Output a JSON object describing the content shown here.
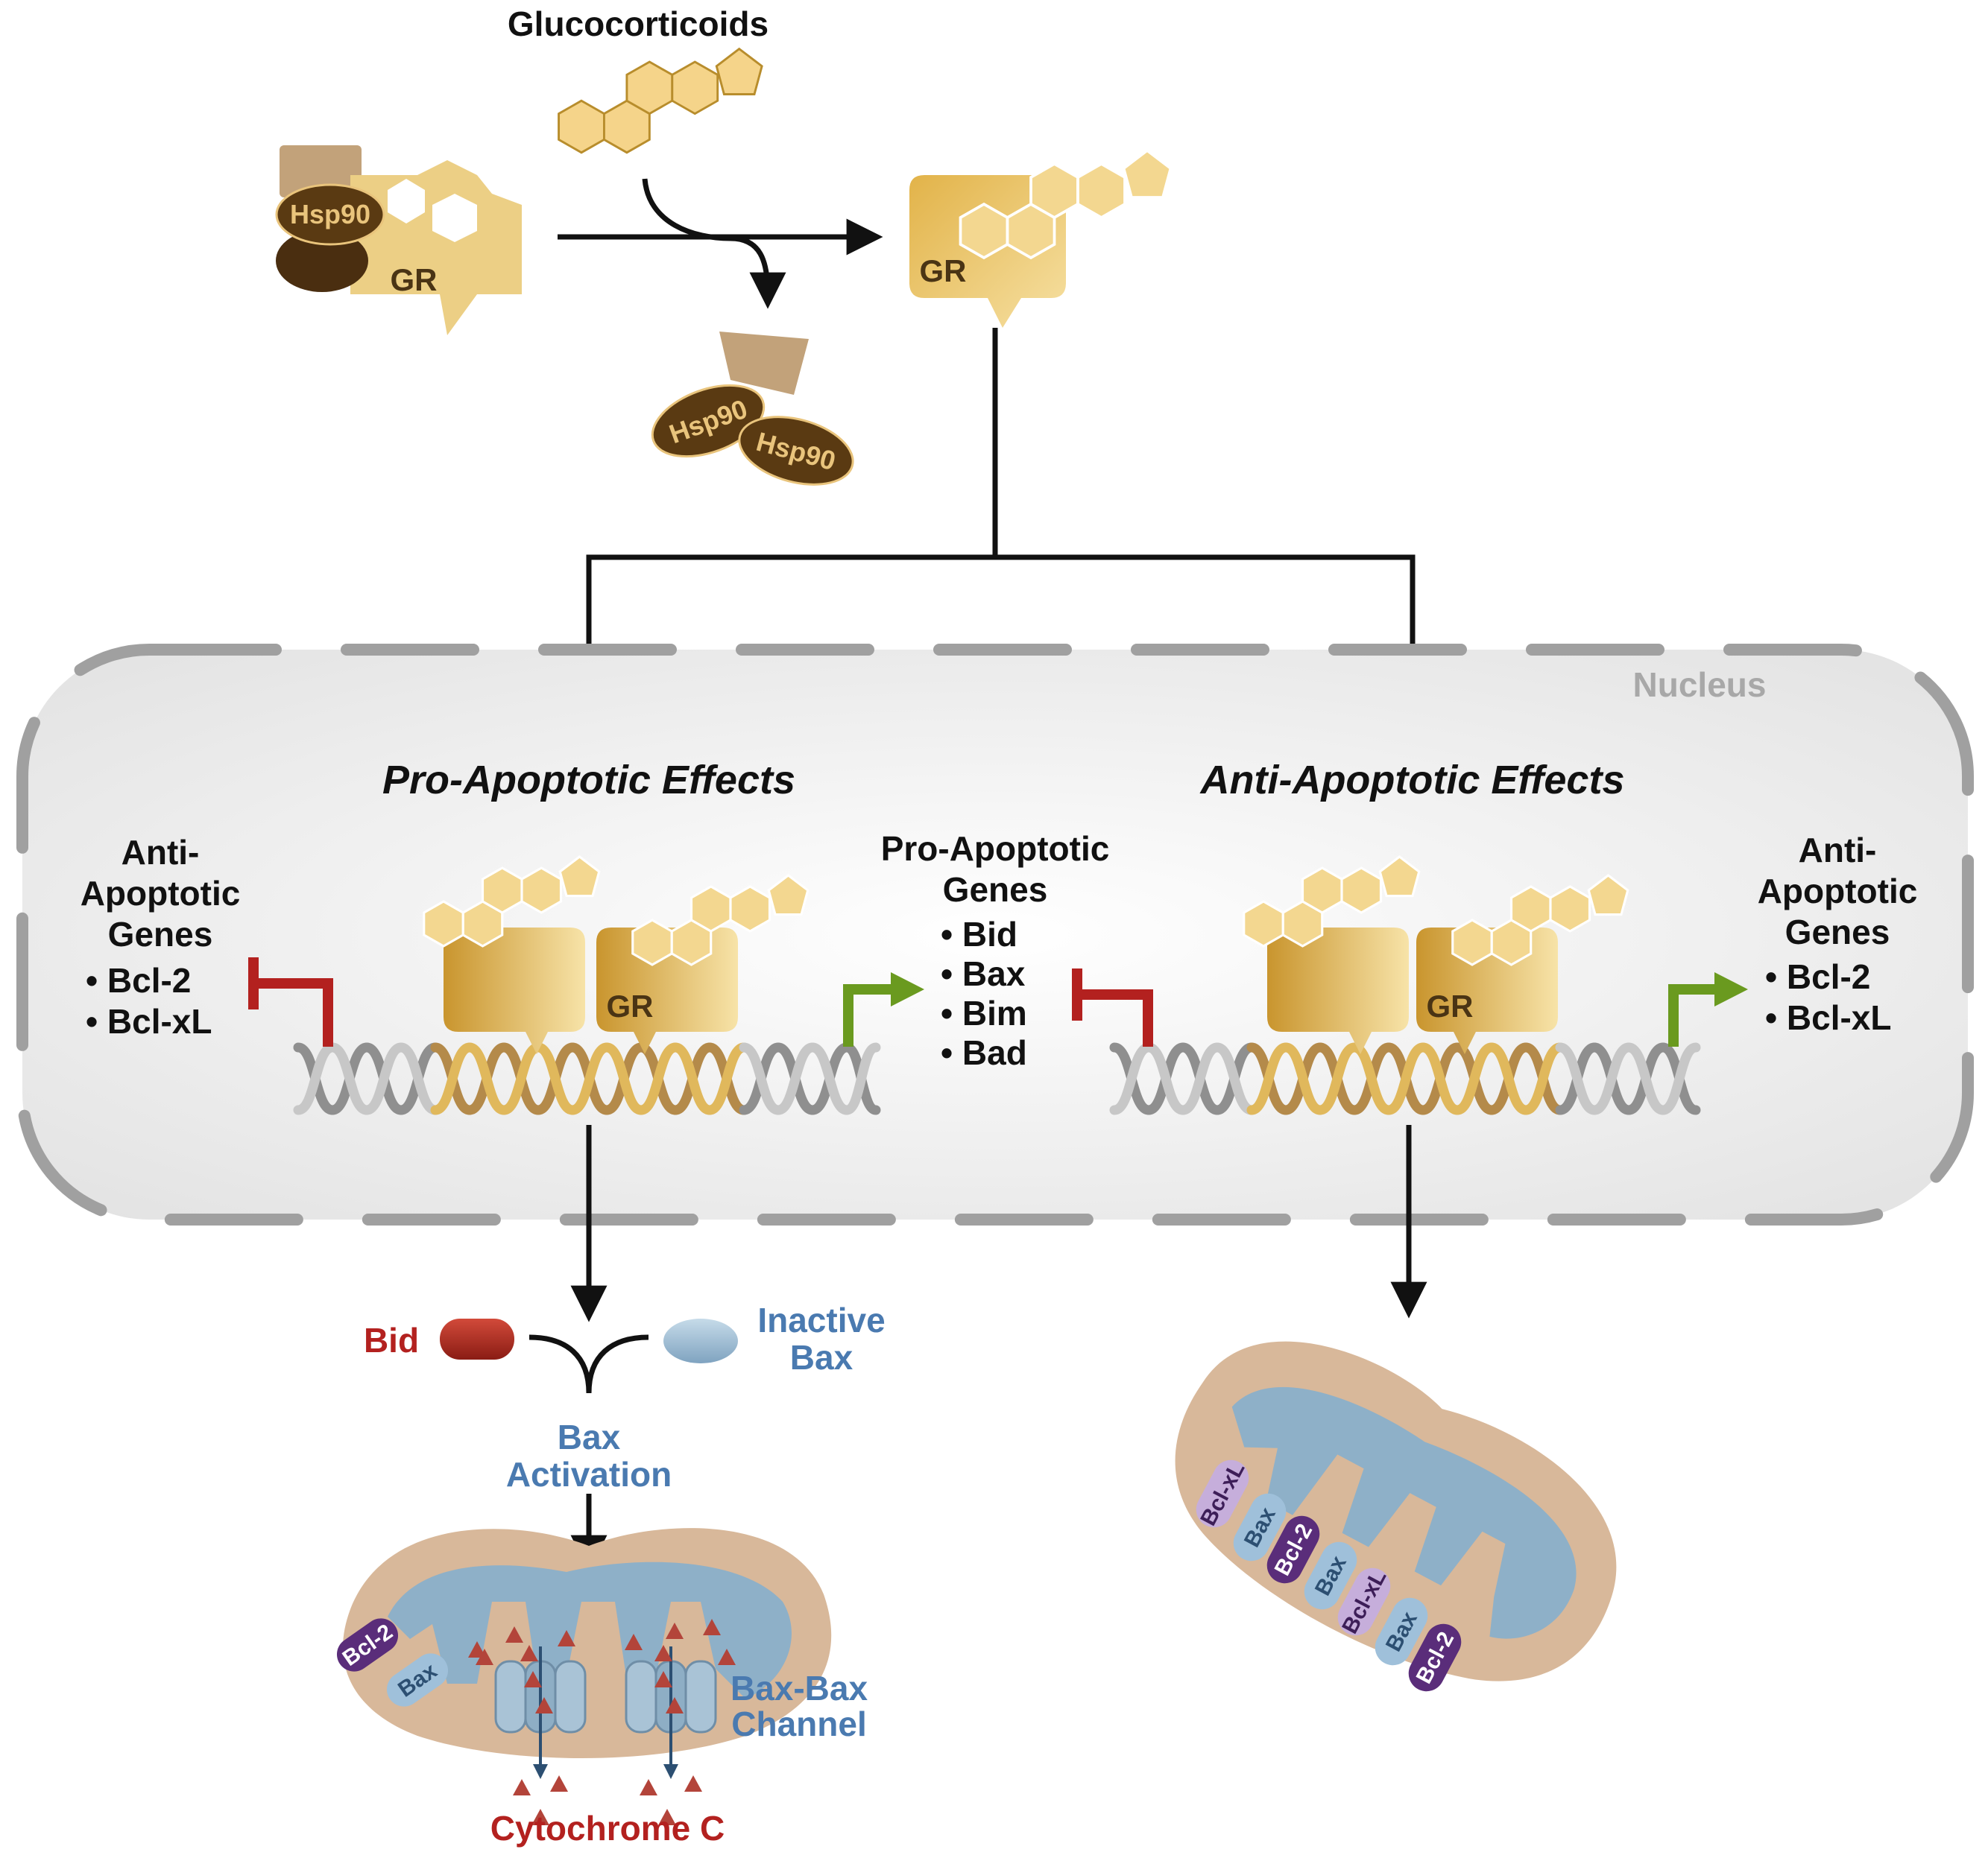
{
  "title": "Glucocorticoids",
  "labels": {
    "gr": "GR",
    "hsp90": "Hsp90",
    "nucleus": "Nucleus",
    "pro_effects": "Pro-Apoptotic Effects",
    "anti_effects": "Anti-Apoptotic Effects",
    "anti_genes_left": [
      "Anti-",
      "Apoptotic",
      "Genes"
    ],
    "anti_genes_left_items": [
      "• Bcl-2",
      "• Bcl-xL"
    ],
    "pro_genes": [
      "Pro-Apoptotic",
      "Genes"
    ],
    "pro_genes_items": [
      "• Bid",
      "• Bax",
      "• Bim",
      "• Bad"
    ],
    "anti_genes_right": [
      "Anti-",
      "Apoptotic",
      "Genes"
    ],
    "anti_genes_right_items": [
      "• Bcl-2",
      "• Bcl-xL"
    ],
    "bid": "Bid",
    "inactive_bax": [
      "Inactive",
      "Bax"
    ],
    "bax_activation": [
      "Bax",
      "Activation"
    ],
    "bax_channel": [
      "Bax-Bax",
      "Channel"
    ],
    "cytochrome": "Cytochrome C",
    "bcl2": "Bcl-2",
    "bclxl": "Bcl-xL",
    "bax": "Bax"
  },
  "colors": {
    "gold": "#d7a63b",
    "gold_light": "#f4dc9a",
    "hsp_dark": "#5a3a12",
    "hsp_tan": "#c2a27a",
    "inhibit_red": "#b3211f",
    "activate_green": "#6a9a1f",
    "bax_blue": "#4a7ab0",
    "bcl_purple": "#5a2d7a",
    "bclxl_lilac": "#b79ad0",
    "mito_tan": "#d8b89a",
    "mito_blue": "#8eb0c8"
  }
}
